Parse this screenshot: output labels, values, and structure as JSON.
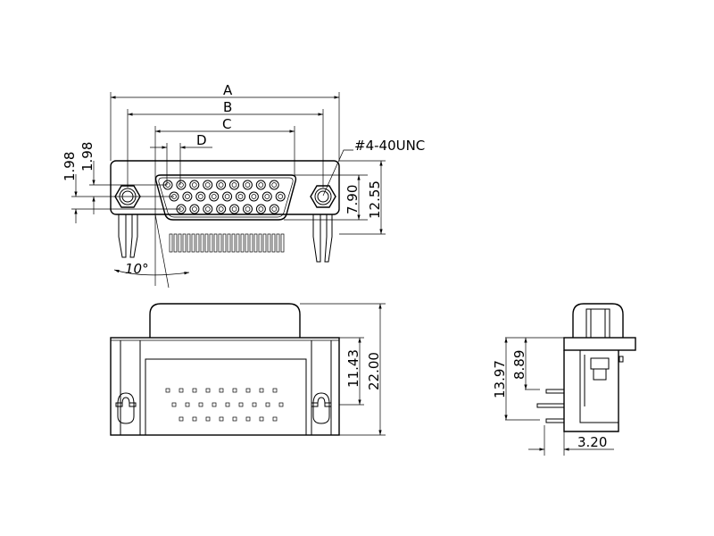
{
  "front_view": {
    "dim_a": "A",
    "dim_b": "B",
    "dim_c": "C",
    "dim_d": "D",
    "pitch_left_1": "1.98",
    "pitch_left_2": "1.98",
    "shell_height": "7.90",
    "body_height": "12.55",
    "screw_thread": "#4-40UNC",
    "angle": "10°",
    "pin_rows": [
      9,
      9,
      8
    ]
  },
  "bottom_view": {
    "row_offset": "11.43",
    "overall_height": "22.00",
    "pin_rows": [
      9,
      9,
      8
    ]
  },
  "side_view": {
    "height_1": "13.97",
    "height_2": "8.89",
    "pin_offset": "3.20"
  }
}
